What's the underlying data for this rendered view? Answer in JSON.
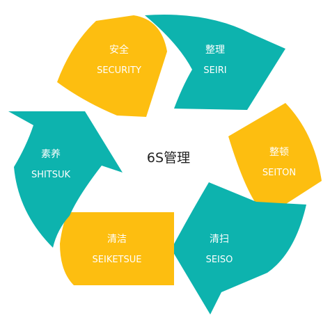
{
  "center_title": "6S管理",
  "colors": {
    "teal": "#0DB3AE",
    "yellow": "#FDBE10",
    "text_light": "#FFFFFF",
    "text_dark": "#222222"
  },
  "segments": [
    {
      "id": "anquan",
      "cn": "安全",
      "en": "SECURITY",
      "color": "yellow"
    },
    {
      "id": "zhengli",
      "cn": "整理",
      "en": "SEIRI",
      "color": "teal"
    },
    {
      "id": "zhengdun",
      "cn": "整顿",
      "en": "SEITON",
      "color": "yellow"
    },
    {
      "id": "qingsao",
      "cn": "清扫",
      "en": "SEISO",
      "color": "teal"
    },
    {
      "id": "qingjie",
      "cn": "清洁",
      "en": "SEIKETSUE",
      "color": "yellow"
    },
    {
      "id": "suyang",
      "cn": "素养",
      "en": "SHITSUK",
      "color": "teal"
    }
  ]
}
